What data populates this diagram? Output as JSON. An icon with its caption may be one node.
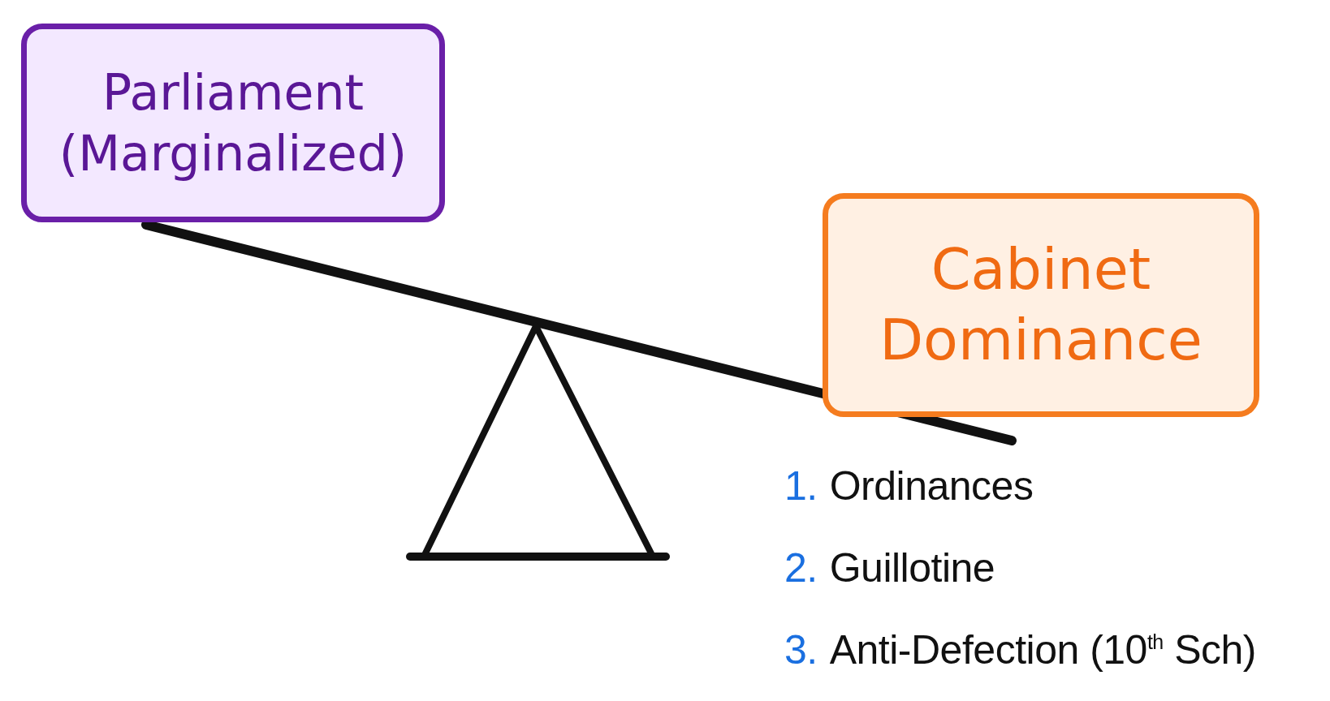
{
  "diagram": {
    "nodes": [
      {
        "text": [
          "Parliament (Marginalized)"
        ]
      },
      {
        "text": [
          "Cabinet Dominance"
        ]
      }
    ],
    "labels": [
      "1. Ordinances",
      "2. Guillotine",
      "3. Anti-Defection (10$^{th}$ Sch)"
    ]
  }
}
